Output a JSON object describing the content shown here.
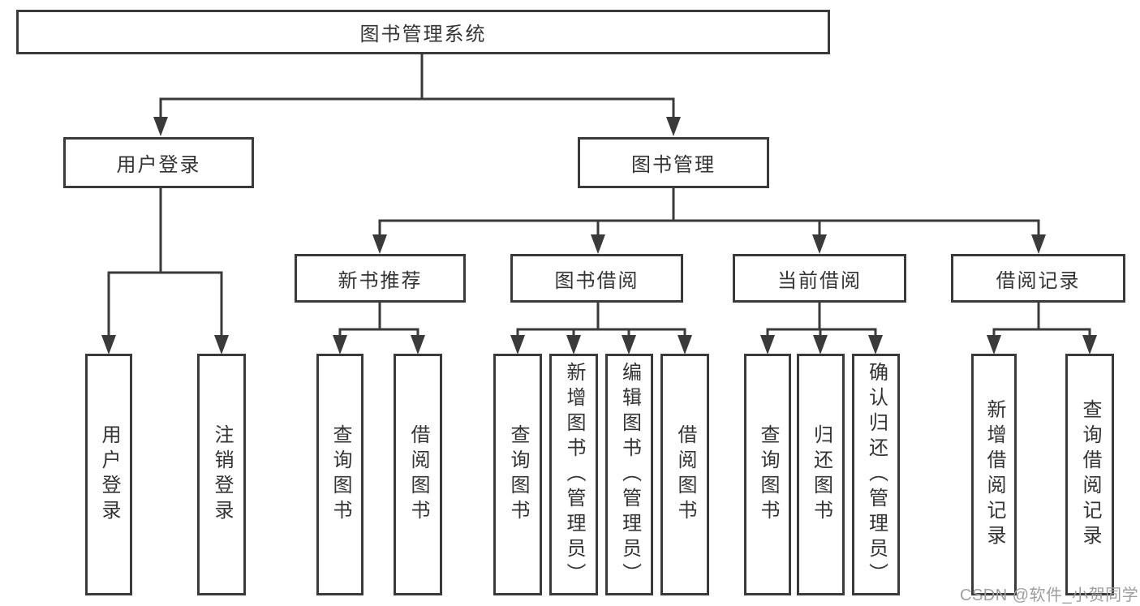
{
  "tree": {
    "label": "图书管理系统",
    "children": [
      {
        "label": "用户登录",
        "children": [
          {
            "label": "用户登录"
          },
          {
            "label": "注销登录"
          }
        ]
      },
      {
        "label": "图书管理",
        "children": [
          {
            "label": "新书推荐",
            "children": [
              {
                "label": "查询图书"
              },
              {
                "label": "借阅图书"
              }
            ]
          },
          {
            "label": "图书借阅",
            "children": [
              {
                "label": "查询图书"
              },
              {
                "label": "新增图书（管理员）"
              },
              {
                "label": "编辑图书（管理员）"
              },
              {
                "label": "借阅图书"
              }
            ]
          },
          {
            "label": "当前借阅",
            "children": [
              {
                "label": "查询图书"
              },
              {
                "label": "归还图书"
              },
              {
                "label": "确认归还（管理员）"
              }
            ]
          },
          {
            "label": "借阅记录",
            "children": [
              {
                "label": "新增借阅记录"
              },
              {
                "label": "查询借阅记录"
              }
            ]
          }
        ]
      }
    ]
  },
  "watermark": {
    "text": "CSDN @软件_小贺同学"
  },
  "colors": {
    "line": "#3a3a3a",
    "text": "#333333",
    "background": "#ffffff",
    "watermark": "#9e9e9e"
  }
}
